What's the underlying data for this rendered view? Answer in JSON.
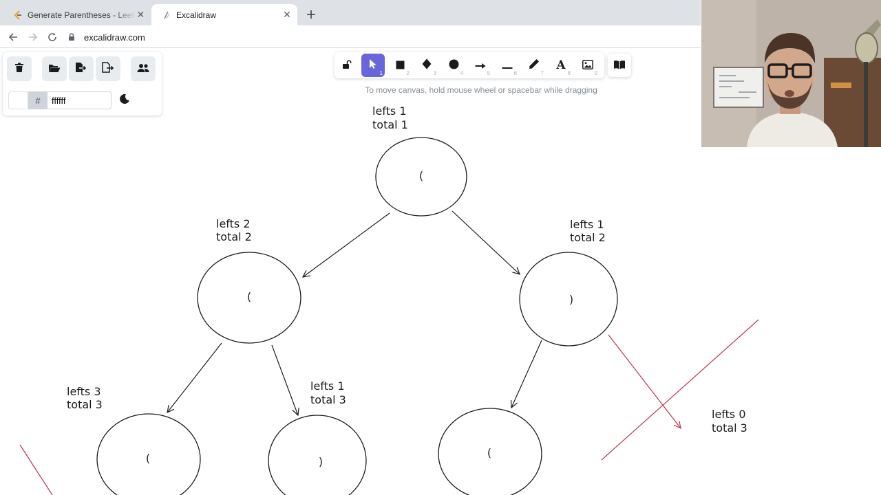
{
  "browser": {
    "tabs": [
      {
        "title": "Generate Parentheses - LeetCode",
        "active": false,
        "favicon": "leetcode-icon"
      },
      {
        "title": "Excalidraw",
        "active": true,
        "favicon": "excalidraw-icon"
      }
    ],
    "url": "excalidraw.com"
  },
  "menu": {
    "background_hex": "ffffff",
    "hash": "#"
  },
  "toolbar": {
    "tools": [
      {
        "name": "selection",
        "key": "1",
        "active": true
      },
      {
        "name": "rectangle",
        "key": "2"
      },
      {
        "name": "diamond",
        "key": "3"
      },
      {
        "name": "ellipse",
        "key": "4"
      },
      {
        "name": "arrow",
        "key": "5"
      },
      {
        "name": "line",
        "key": "6"
      },
      {
        "name": "draw",
        "key": "7"
      },
      {
        "name": "text",
        "key": "8",
        "glyph": "A"
      },
      {
        "name": "image",
        "key": "9"
      }
    ],
    "hint": "To move canvas, hold mouse wheel or spacebar while dragging"
  },
  "canvas": {
    "nodes": [
      {
        "id": "root",
        "symbol": "(",
        "label_lines": [
          "lefts 1",
          "total 1"
        ]
      },
      {
        "id": "left",
        "symbol": "(",
        "label_lines": [
          "lefts 2",
          "total 2"
        ]
      },
      {
        "id": "right",
        "symbol": ")",
        "label_lines": [
          "lefts 1",
          "total 2"
        ]
      },
      {
        "id": "left-left",
        "symbol": "(",
        "label_lines": [
          "lefts 3",
          "total 3"
        ]
      },
      {
        "id": "left-right",
        "symbol": ")",
        "label_lines": [
          "lefts 1",
          "total 3"
        ]
      },
      {
        "id": "right-left",
        "symbol": "(",
        "label_lines": []
      },
      {
        "id": "right-right-pruned",
        "symbol": "",
        "label_lines": [
          "lefts 0",
          "total 3"
        ]
      }
    ],
    "colors": {
      "stroke": "#1b1b1b",
      "prune_mark": "#c0314a",
      "accent": "#6965db"
    }
  }
}
